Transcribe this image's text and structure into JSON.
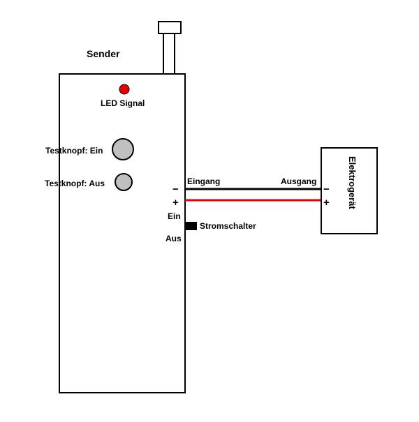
{
  "sender": {
    "title": "Sender",
    "led_label": "LED Signal",
    "test_button_on_label": "Testknopf: Ein",
    "test_button_off_label": "Testknopf: Aus",
    "minus_sign": "−",
    "plus_sign": "+",
    "switch_on_label": "Ein",
    "switch_off_label": "Aus",
    "power_switch_label": "Stromschalter"
  },
  "wires": {
    "input_label": "Eingang",
    "output_label": "Ausgang",
    "negative_color": "#000000",
    "positive_color": "#e60000"
  },
  "device": {
    "label": "Elektrogerät",
    "minus_sign": "−",
    "plus_sign": "+"
  },
  "colors": {
    "led": "#e60000",
    "button_fill": "#c0c0c0",
    "outline": "#000000"
  }
}
